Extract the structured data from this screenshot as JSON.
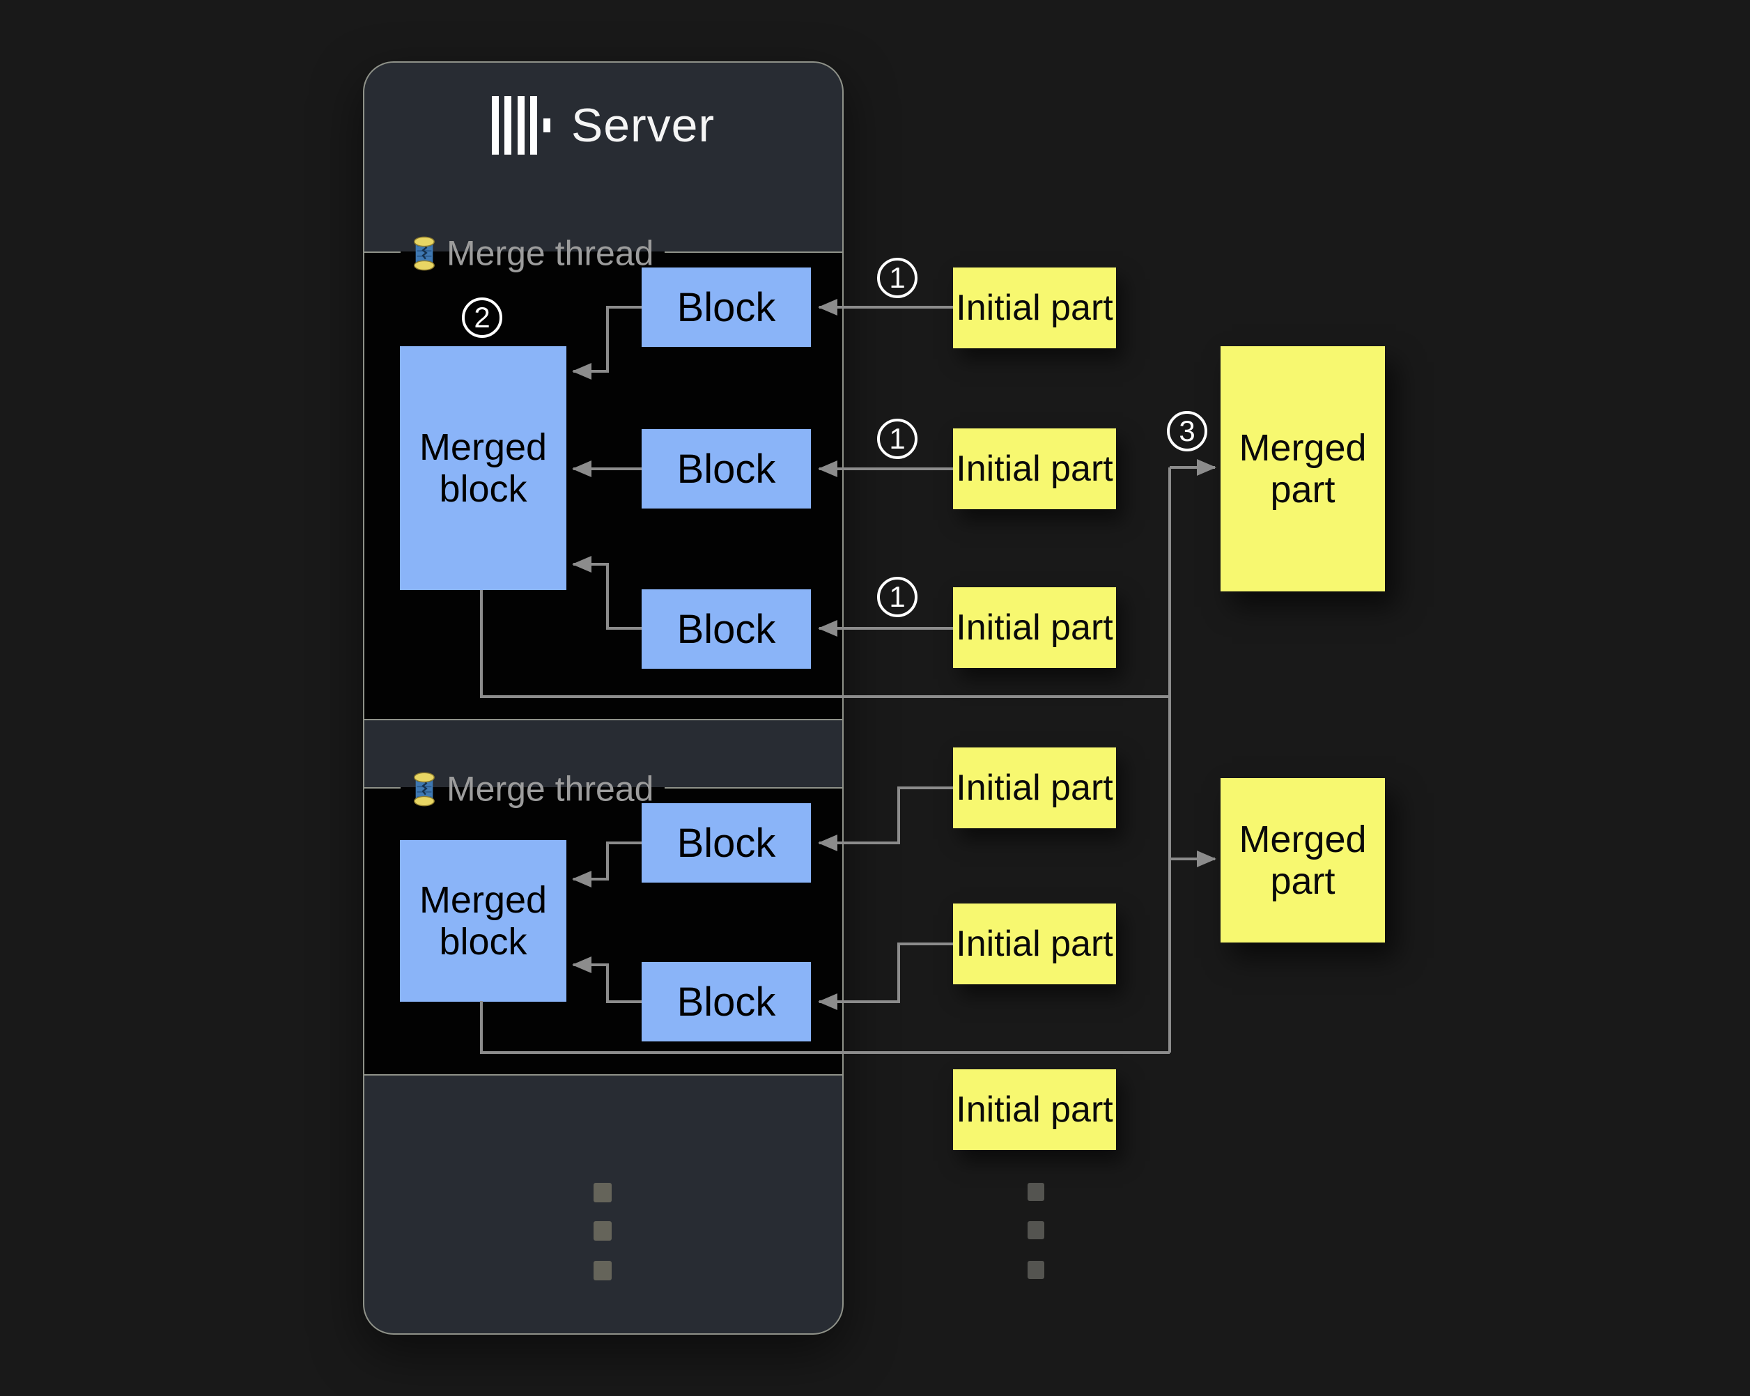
{
  "title": {
    "icon": "clickhouse-logo-icon",
    "label": "Server"
  },
  "colors": {
    "background": "#191919",
    "panel": "#282c33",
    "panel_border": "#8f9289",
    "section_background": "#020202",
    "block_fill": "#8ab4f8",
    "part_fill": "#f7f870",
    "arrow": "#8c8c8c",
    "thread_label_text": "#9c9c9c",
    "title_text": "#f5f5f5",
    "step_circle": "#ffffff"
  },
  "sections": [
    {
      "thread_label": "Merge thread",
      "icon": "thread-spool-icon",
      "merged_block": {
        "label": "Merged block",
        "step": "2"
      },
      "blocks": [
        {
          "label": "Block"
        },
        {
          "label": "Block"
        },
        {
          "label": "Block"
        }
      ],
      "initial_parts": [
        {
          "label": "Initial part",
          "step": "1"
        },
        {
          "label": "Initial part",
          "step": "1"
        },
        {
          "label": "Initial part",
          "step": "1"
        }
      ],
      "merged_part": {
        "label": "Merged part",
        "step": "3"
      }
    },
    {
      "thread_label": "Merge thread",
      "icon": "thread-spool-icon",
      "merged_block": {
        "label": "Merged block"
      },
      "blocks": [
        {
          "label": "Block"
        },
        {
          "label": "Block"
        }
      ],
      "initial_parts": [
        {
          "label": "Initial part"
        },
        {
          "label": "Initial part"
        },
        {
          "label": "Initial part"
        }
      ],
      "merged_part": {
        "label": "Merged part"
      }
    }
  ],
  "ellipsis": {
    "server_column_dots": 3,
    "parts_column_dots": 3
  }
}
